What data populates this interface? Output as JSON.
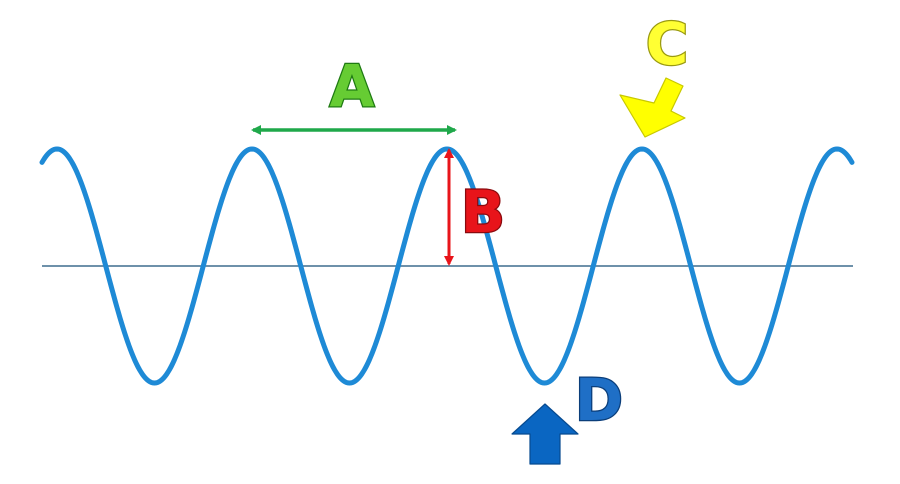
{
  "diagram": {
    "labels": {
      "a": {
        "text": "A",
        "fill": "#66CC33",
        "outline": "#1E7A12"
      },
      "b": {
        "text": "B",
        "fill": "#E8141A",
        "outline": "#8A0A0E"
      },
      "c": {
        "text": "C",
        "fill": "#FFFF33",
        "outline": "#9A9A10"
      },
      "d": {
        "text": "D",
        "fill": "#1F6FC6",
        "outline": "#0B3E7A"
      }
    },
    "colors": {
      "wave": "#1E8AD6",
      "baseline": "#3E6D8E",
      "wavelength_arrow": "#1FA84A",
      "amplitude_arrow": "#E8141A",
      "crest_arrow": "#FFFF00",
      "trough_arrow": "#0A66C2"
    },
    "icons": {
      "wavelength": "double-headed-horizontal-arrow",
      "amplitude": "double-headed-vertical-arrow",
      "crest": "down-left-block-arrow",
      "trough": "up-block-arrow"
    }
  }
}
